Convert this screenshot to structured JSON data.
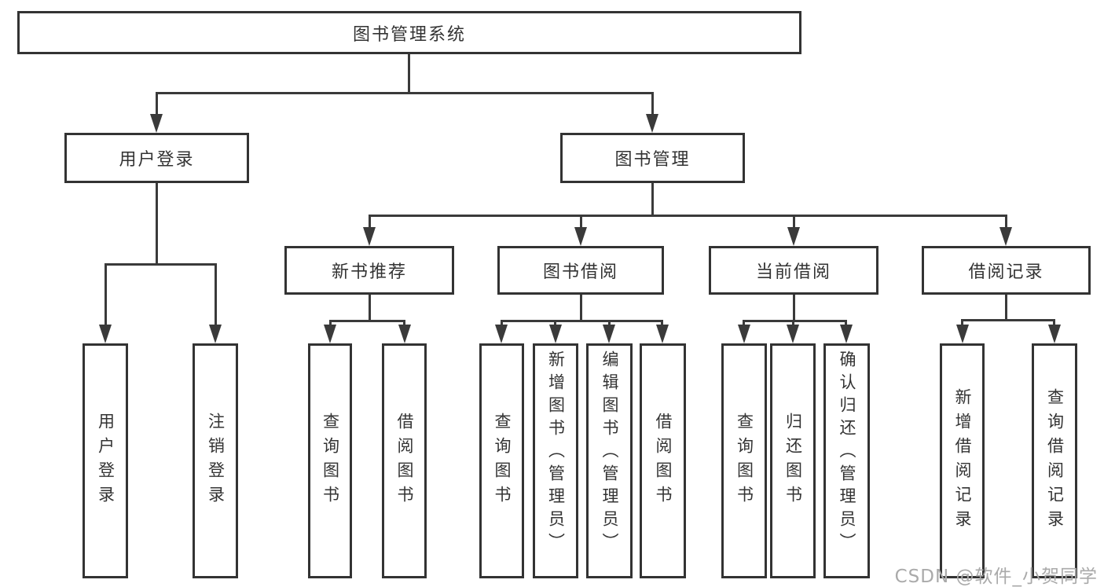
{
  "diagram_title": "图书管理系统",
  "tree": {
    "label": "图书管理系统",
    "children": [
      {
        "label": "用户登录",
        "children": [
          {
            "label": "用户登录"
          },
          {
            "label": "注销登录"
          }
        ]
      },
      {
        "label": "图书管理",
        "children": [
          {
            "label": "新书推荐",
            "children": [
              {
                "label": "查询图书"
              },
              {
                "label": "借阅图书"
              }
            ]
          },
          {
            "label": "图书借阅",
            "children": [
              {
                "label": "查询图书"
              },
              {
                "label": "新增图书（管理员）"
              },
              {
                "label": "编辑图书（管理员）"
              },
              {
                "label": "借阅图书"
              }
            ]
          },
          {
            "label": "当前借阅",
            "children": [
              {
                "label": "查询图书"
              },
              {
                "label": "归还图书"
              },
              {
                "label": "确认归还（管理员）"
              }
            ]
          },
          {
            "label": "借阅记录",
            "children": [
              {
                "label": "新增借阅记录"
              },
              {
                "label": "查询借阅记录"
              }
            ]
          }
        ]
      }
    ]
  },
  "watermark": {
    "text": "CSDN @软件_小贺同学"
  },
  "colors": {
    "line": "#3a3a3a",
    "border": "#333333",
    "text": "#333333",
    "watermark": "#aaaaaa",
    "background": "#ffffff"
  }
}
